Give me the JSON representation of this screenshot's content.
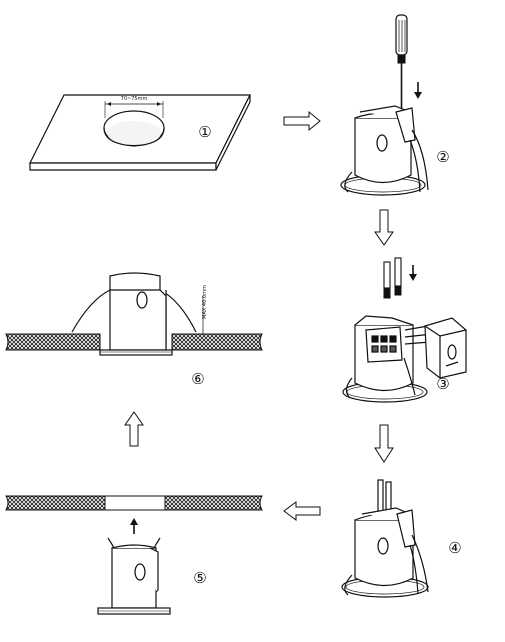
{
  "steps": [
    {
      "label": "①"
    },
    {
      "label": "②"
    },
    {
      "label": "③"
    },
    {
      "label": "④"
    },
    {
      "label": "⑤"
    },
    {
      "label": "⑥"
    }
  ],
  "dimensions": {
    "cutout": "70~75mm",
    "max_thickness": "MAX 40.0mm"
  },
  "colors": {
    "line": "#111111",
    "hatch": "#333333",
    "background": "#ffffff"
  },
  "icons": {
    "flow_arrow": "hollow-arrow-icon",
    "push_arrow": "solid-arrow-icon",
    "tool": "screwdriver-icon"
  }
}
